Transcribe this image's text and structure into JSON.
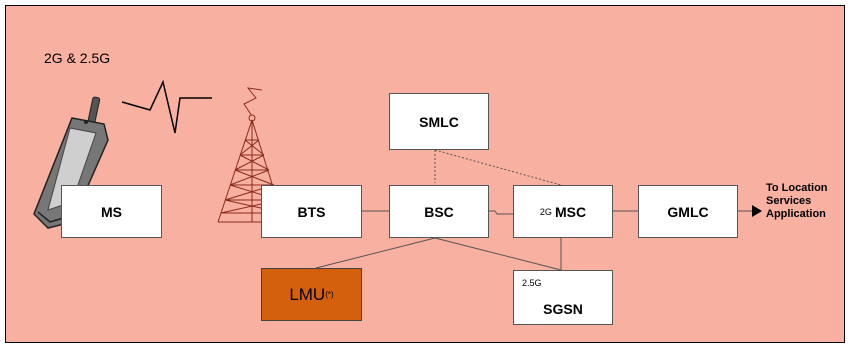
{
  "panel": {
    "title": "2G & 2.5G"
  },
  "nodes": {
    "ms": {
      "label": "MS"
    },
    "bts": {
      "label": "BTS"
    },
    "bsc": {
      "label": "BSC"
    },
    "smlc": {
      "label": "SMLC"
    },
    "msc": {
      "prefix": "2G",
      "label": "MSC"
    },
    "gmlc": {
      "label": "GMLC"
    },
    "lmu": {
      "label": "LMU",
      "suffix": "(*)"
    },
    "sgsn": {
      "corner": "2.5G",
      "label": "SGSN"
    }
  },
  "destination": {
    "line1": "To Location",
    "line2": "Services",
    "line3": "Application"
  },
  "colors": {
    "background": "#f8b0a0",
    "lmu_fill": "#d4600e",
    "node_fill": "#ffffff"
  }
}
